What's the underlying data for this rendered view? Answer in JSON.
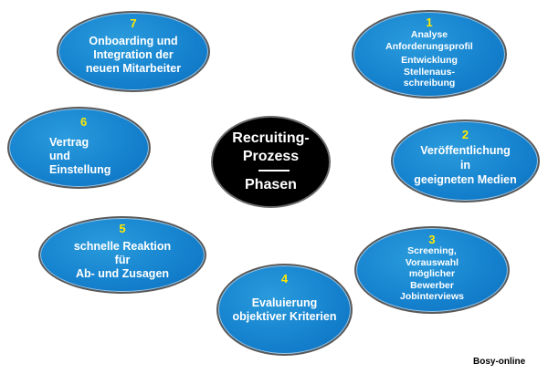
{
  "center": {
    "title_line1": "Recruiting-",
    "title_line2": "Prozess",
    "subtitle": "Phasen"
  },
  "phases": [
    {
      "number": "1",
      "lines": [
        "Analyse",
        "Anforderungsprofil"
      ],
      "lines_b": [
        "Entwicklung",
        "Stellenaus-",
        "schreibung"
      ]
    },
    {
      "number": "2",
      "lines": [
        "Veröffentlichung",
        "in",
        "geeigneten Medien"
      ]
    },
    {
      "number": "3",
      "lines": [
        "Screening,",
        "Vorauswahl",
        "möglicher",
        "Bewerber",
        "Jobinterviews"
      ]
    },
    {
      "number": "4",
      "lines": [
        "Evaluierung",
        "objektiver Kriterien"
      ]
    },
    {
      "number": "5",
      "lines": [
        "schnelle Reaktion",
        "für",
        "Ab- und Zusagen"
      ]
    },
    {
      "number": "6",
      "lines": [
        "Vertrag",
        "und",
        "Einstellung"
      ]
    },
    {
      "number": "7",
      "lines": [
        "Onboarding und",
        "Integration der",
        "neuen Mitarbeiter"
      ]
    }
  ],
  "credit": "Bosy-online",
  "colors": {
    "phase_fill": "#1683cf",
    "phase_number": "#ffe800",
    "center_fill": "#000000",
    "text": "#ffffff"
  }
}
